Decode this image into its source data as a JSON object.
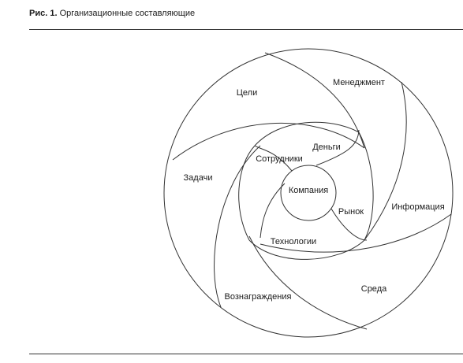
{
  "figure": {
    "number": "Рис. 1.",
    "caption": "Организационные составляющие"
  },
  "diagram": {
    "center": "Компания",
    "inner_ring": [
      "Сотрудники",
      "Деньги",
      "Рынок",
      "Технологии"
    ],
    "outer_ring": [
      "Цели",
      "Менеджмент",
      "Задачи",
      "Информация",
      "Вознаграждения",
      "Среда"
    ]
  },
  "colors": {
    "line": "#333333",
    "text": "#1a1a1a",
    "background": "#ffffff"
  }
}
